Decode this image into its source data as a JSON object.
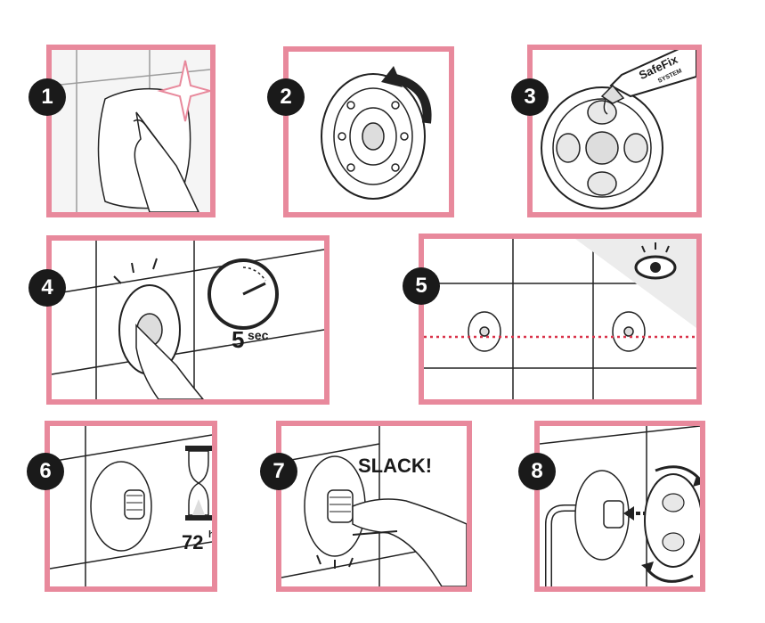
{
  "steps": [
    {
      "number": "1"
    },
    {
      "number": "2"
    },
    {
      "number": "3",
      "brand": "SafeFix",
      "brand_sub": "SYSTEM"
    },
    {
      "number": "4",
      "time_value": "5",
      "time_unit": "sec"
    },
    {
      "number": "5"
    },
    {
      "number": "6",
      "time_value": "72",
      "time_unit": "h"
    },
    {
      "number": "7",
      "exclaim": "SLACK!"
    },
    {
      "number": "8"
    }
  ],
  "colors": {
    "frame": "#e8899c",
    "badge": "#1a1a1a",
    "dotted_line": "#d9334a",
    "shade": "#ececec"
  },
  "icons": [
    "sparkle-icon",
    "rotate-arrow-icon",
    "glue-tube-icon",
    "clock-icon",
    "eye-icon",
    "hourglass-icon",
    "hand-icon",
    "rotate-arrows-icon"
  ]
}
